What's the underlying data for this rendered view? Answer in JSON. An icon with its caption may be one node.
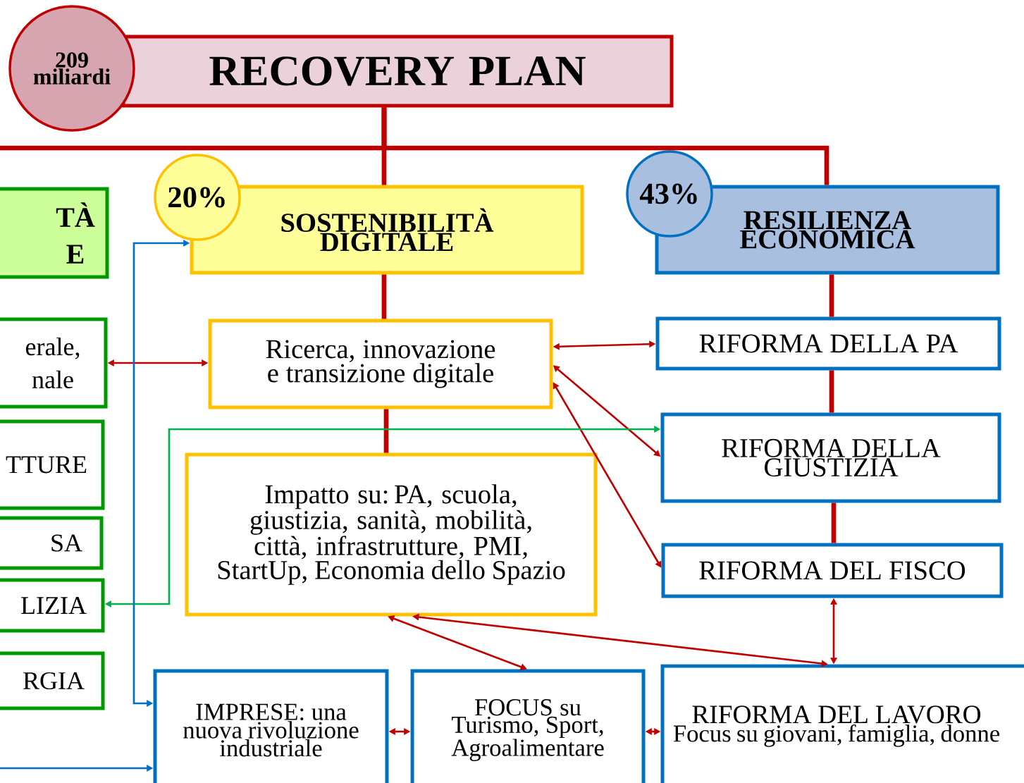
{
  "diagram": {
    "nodes": [
      {
        "text": [
          "209 miliardi"
        ]
      },
      {
        "text": [
          "RECOVERY PLAN"
        ]
      },
      {
        "text": [
          "TÀ E"
        ]
      },
      {
        "text": [
          "20%"
        ]
      },
      {
        "text": [
          "SOSTENIBILITÀ DIGITALE"
        ]
      },
      {
        "text": [
          "43%"
        ]
      },
      {
        "text": [
          "RESILIENZA ECONOMICA"
        ]
      },
      {
        "text": [
          "erale, nale"
        ]
      },
      {
        "text": [
          "Ricerca, innovazione e transizione digitale"
        ]
      },
      {
        "text": [
          "RIFORMA DELLA PA"
        ]
      },
      {
        "text": [
          "TTURE"
        ]
      },
      {
        "text": [
          "RIFORMA DELLA GIUSTIZIA"
        ]
      },
      {
        "text": [
          "Impatto su: PA, scuola, giustizia, sanità, mobilità, città, infrastrutture, PMI, StartUp, Economia dello Spazio"
        ]
      },
      {
        "text": [
          "SA"
        ]
      },
      {
        "text": [
          "LIZIA"
        ]
      },
      {
        "text": [
          "RIFORMA DEL FISCO"
        ]
      },
      {
        "text": [
          "RGIA"
        ]
      },
      {
        "text": [
          "IMPRESE: una nuova rivoluzione industriale"
        ]
      },
      {
        "text": [
          "FOCUS su Turismo, Sport, Agroalimentare"
        ]
      },
      {
        "text": [
          "RIFORMA DEL LAVORO",
          "Focus su giovani, famiglia, donne"
        ]
      }
    ],
    "edges": [
      {
        "from": 1,
        "to": 4,
        "arrow": "none",
        "style": "thick"
      },
      {
        "from": 1,
        "to": 6,
        "arrow": "none",
        "style": "thick"
      },
      {
        "from": 1,
        "to": null,
        "arrow": "none",
        "style": "thick"
      },
      {
        "from": 4,
        "to": 8,
        "arrow": "none",
        "style": "thick"
      },
      {
        "from": 6,
        "to": 9,
        "arrow": "none",
        "style": "thick"
      },
      {
        "from": 9,
        "to": 11,
        "arrow": "none",
        "style": "thick"
      },
      {
        "from": 11,
        "to": 15,
        "arrow": "none",
        "style": "thick"
      },
      {
        "from": 8,
        "to": 12,
        "arrow": "none",
        "style": "thick"
      },
      {
        "from": 7,
        "to": 8,
        "arrow": "both"
      },
      {
        "from": 8,
        "to": 9,
        "arrow": "both"
      },
      {
        "from": 8,
        "to": 11,
        "arrow": "both"
      },
      {
        "from": 8,
        "to": 15,
        "arrow": "both"
      },
      {
        "from": 15,
        "to": 19,
        "arrow": "both"
      },
      {
        "from": 12,
        "to": 19,
        "arrow": "both"
      },
      {
        "from": 12,
        "to": 18,
        "arrow": "both"
      },
      {
        "from": 17,
        "to": 18,
        "arrow": "both"
      },
      {
        "from": 18,
        "to": 19,
        "arrow": "both"
      },
      {
        "from": 14,
        "to": 11,
        "arrow": "both",
        "color": "#00b050"
      },
      {
        "from": 4,
        "to": 17,
        "arrow": "both",
        "color": "#0070c0"
      },
      {
        "from": null,
        "to": 17,
        "arrow": "to",
        "color": "#0070c0"
      }
    ]
  }
}
